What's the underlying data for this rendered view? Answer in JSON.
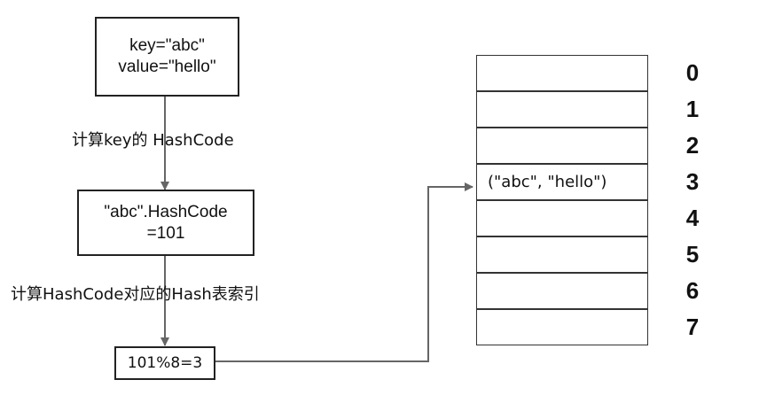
{
  "source_box": {
    "line1": "key=\"abc\"",
    "line2": "value=\"hello\""
  },
  "step1_label": "计算key的 HashCode",
  "hash_box": {
    "line1": "\"abc\".HashCode",
    "line2": "=101"
  },
  "step2_label": "计算HashCode对应的Hash表索引",
  "index_box": {
    "text": "101%8=3"
  },
  "table": {
    "slots": [
      {
        "index": "0",
        "content": ""
      },
      {
        "index": "1",
        "content": ""
      },
      {
        "index": "2",
        "content": ""
      },
      {
        "index": "3",
        "content": "(\"abc\", \"hello\")"
      },
      {
        "index": "4",
        "content": ""
      },
      {
        "index": "5",
        "content": ""
      },
      {
        "index": "6",
        "content": ""
      },
      {
        "index": "7",
        "content": ""
      }
    ]
  },
  "colors": {
    "line": "#666666",
    "border": "#222222"
  }
}
